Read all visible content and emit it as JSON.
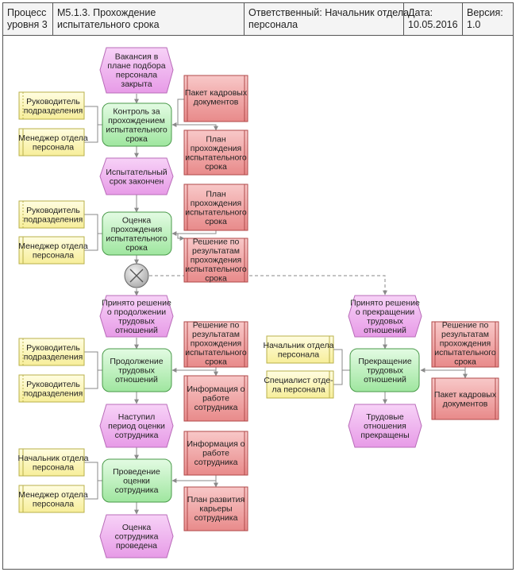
{
  "header": {
    "process_level": "Процесс\nуровня 3",
    "process_name": "М5.1.3.  Прохождение\nиспытательного срока",
    "responsible": "Ответственный: Начальник отдела\nперсонала",
    "date": "Дата:\n10.05.2016",
    "version": "Версия:\n1.0"
  },
  "events": {
    "e1": "Вакансия в\nплане подбора\nперсонала\nзакрыта",
    "e2": "Испытательный\nсрок закончен",
    "e3": "Принято решение\nо продолжении\nтрудовых\nотношений",
    "e4": "Принято решение\nо прекращении\nтрудовых\nотношений",
    "e5": "Наступил\nпериод оценки\nсотрудника",
    "e6": "Трудовые\nотношения\nпрекращены",
    "e7": "Оценка\nсотрудника\nпроведена"
  },
  "functions": {
    "f1": "Контроль за\nпрохождением\nиспытательного\nсрока",
    "f2": "Оценка\nпрохождения\nиспытательного\nсрока",
    "f3": "Продолжение\nтрудовых\nотношений",
    "f4": "Прекращение\nтрудовых\nотношений",
    "f5": "Проведение\nоценки\nсотрудника"
  },
  "roles": {
    "r1": "Руководитель\nподразделения",
    "r2": "Менеджер отдела\nперсонала",
    "r3": "Руководитель\nподразделения",
    "r4": "Менеджер отдела\nперсонала",
    "r5": "Руководитель\nподразделения",
    "r6": "Руководитель\nподразделения",
    "r7": "Начальник отдела\nперсонала",
    "r8": "Специалист отде-\nла персонала",
    "r9": "Начальник отдела\nперсонала",
    "r10": "Менеджер отдела\nперсонала"
  },
  "documents": {
    "d1": "Пакет кадровых\nдокументов",
    "d2": "План\nпрохождения\nиспытательного\nсрока",
    "d3": "План\nпрохождения\nиспытательного\nсрока",
    "d4": "Решение по\nрезультатам\nпрохождения\nиспытательного\nсрока",
    "d5": "Решение по\nрезультатам\nпрохождения\nиспытательного\nсрока",
    "d6": "Информация о\nработе\nсотрудника",
    "d7": "Решение по\nрезультатам\nпрохождения\nиспытательного\nсрока",
    "d8": "Пакет кадровых\nдокументов",
    "d9": "Информация о\nработе\nсотрудника",
    "d10": "План развития\nкарьеры\nсотрудника"
  },
  "gateway": {
    "symbol": "XOR"
  }
}
